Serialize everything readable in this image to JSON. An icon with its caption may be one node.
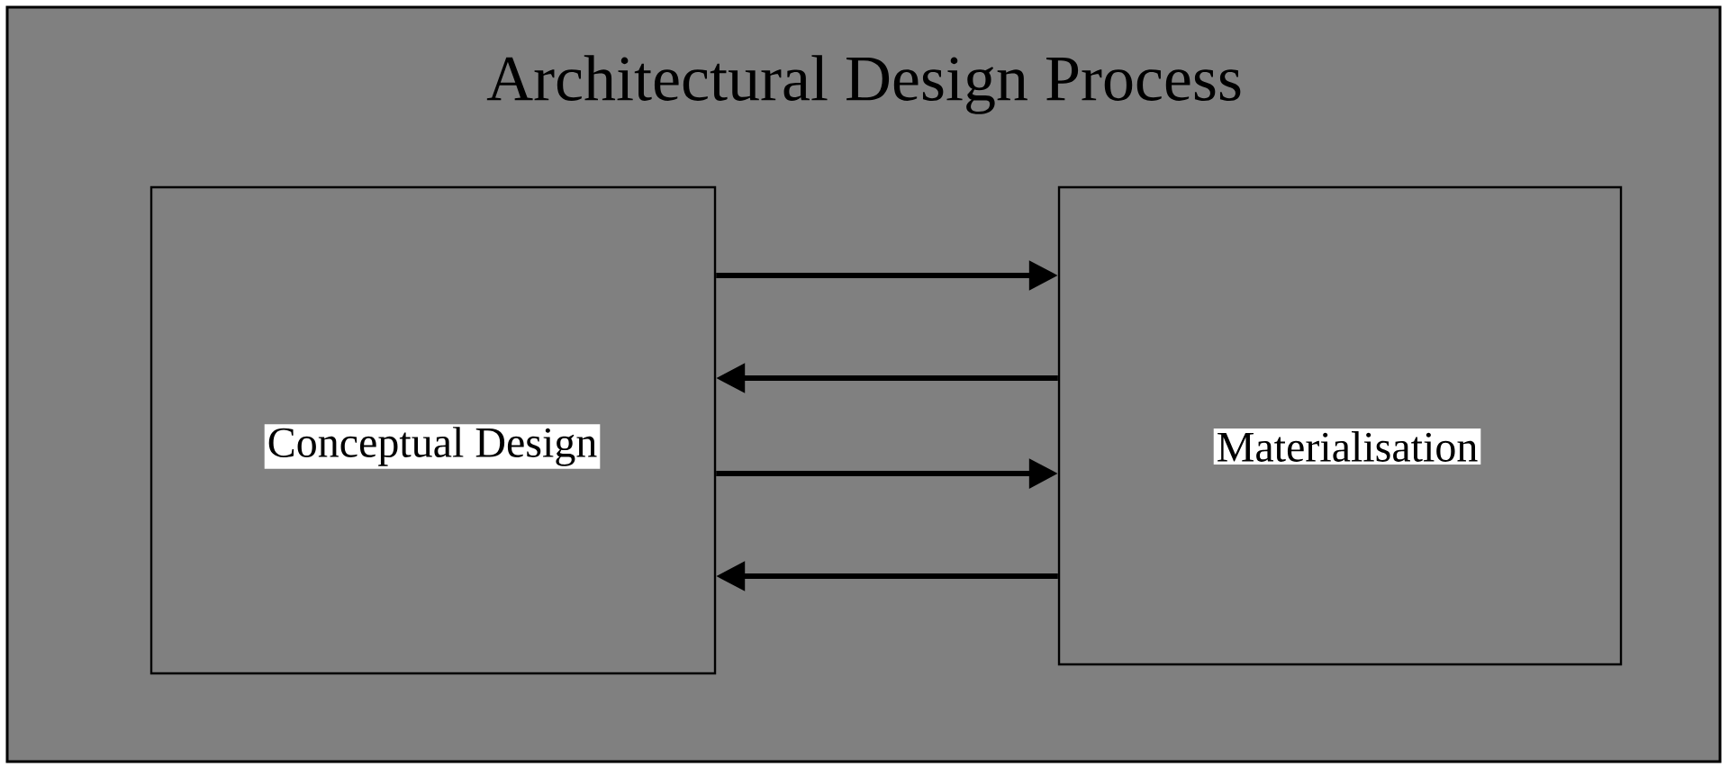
{
  "diagram": {
    "nodes": [
      {
        "text": [
          "Architectural Design Process"
        ]
      },
      {
        "text": [
          "Conceptual Design"
        ],
        "in": 0
      },
      {
        "text": [
          "Materialisation"
        ],
        "in": 0
      }
    ],
    "edges": [
      {
        "from": 1,
        "to": 2,
        "arrow": "to"
      },
      {
        "from": 2,
        "to": 1,
        "arrow": "to"
      },
      {
        "from": 1,
        "to": 2,
        "arrow": "to"
      },
      {
        "from": 2,
        "to": 1,
        "arrow": "to"
      }
    ]
  }
}
